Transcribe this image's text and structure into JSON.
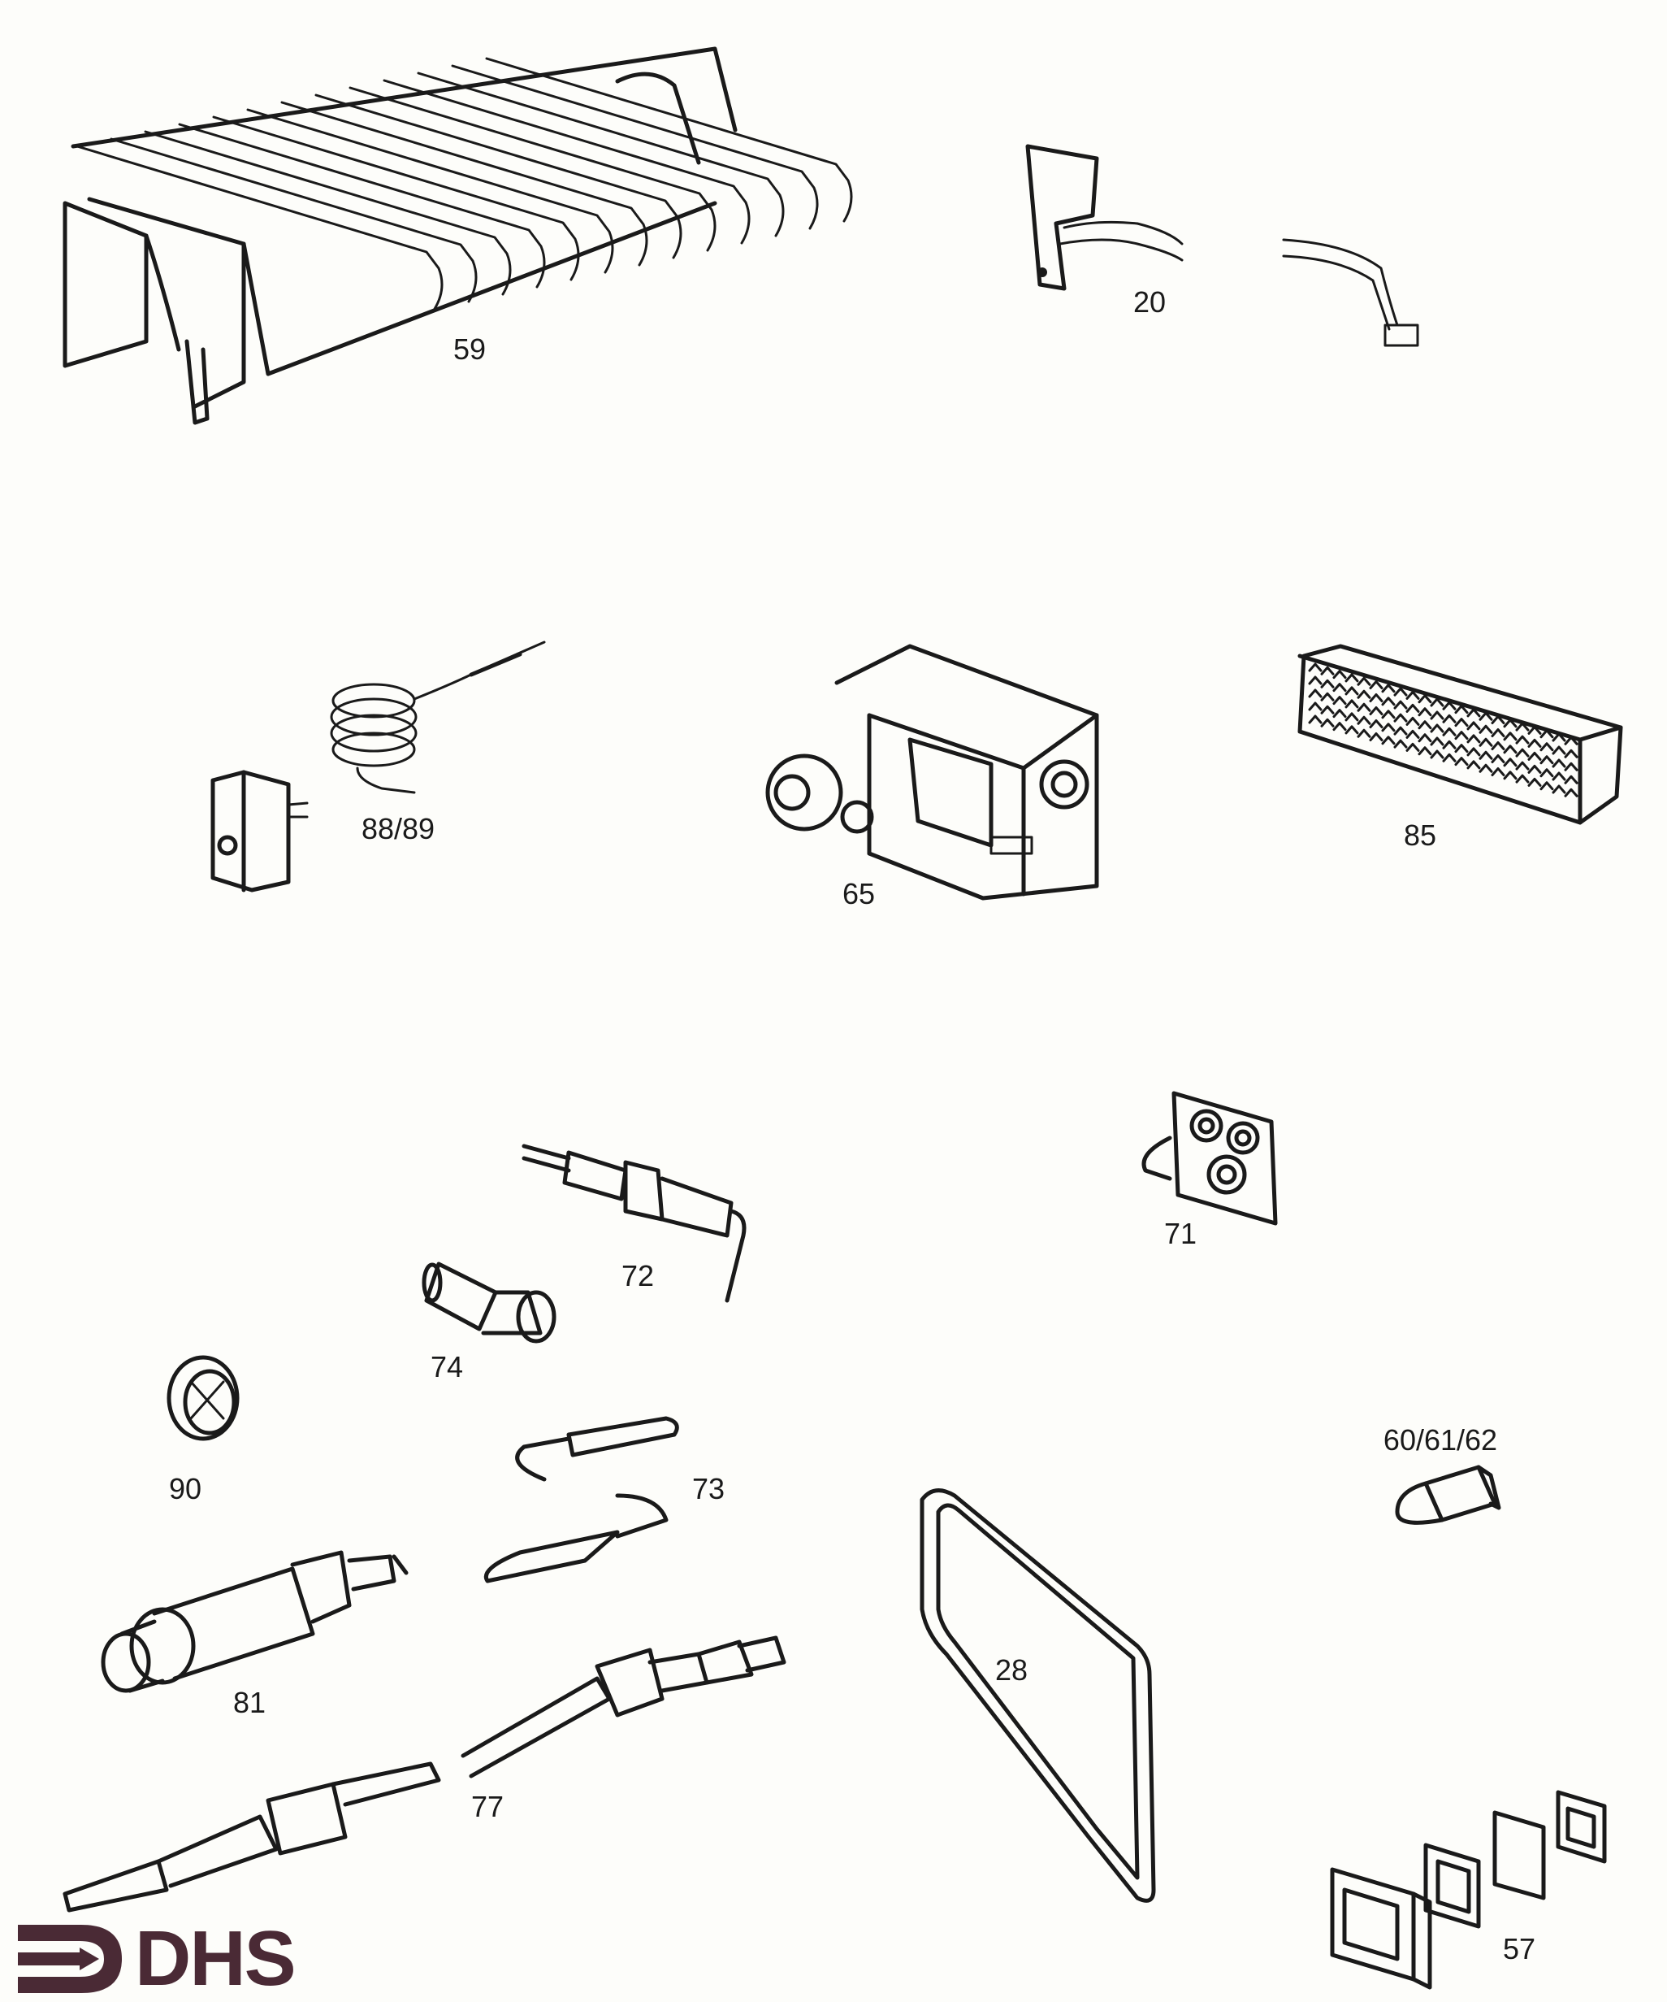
{
  "parts": [
    {
      "id": "heat-exchanger",
      "label": "59"
    },
    {
      "id": "cable-bracket",
      "label": "20"
    },
    {
      "id": "thermostat",
      "label": "88/89"
    },
    {
      "id": "gas-valve",
      "label": "65"
    },
    {
      "id": "insulation-block",
      "label": "85"
    },
    {
      "id": "connector-plate",
      "label": "71"
    },
    {
      "id": "spark-electrode",
      "label": "72"
    },
    {
      "id": "electrode-sleeve",
      "label": "74"
    },
    {
      "id": "disc",
      "label": "90"
    },
    {
      "id": "lead-connectors",
      "label": "73"
    },
    {
      "id": "injector",
      "label": "60/61/62"
    },
    {
      "id": "gasket",
      "label": "28"
    },
    {
      "id": "thermocouple-element",
      "label": "81"
    },
    {
      "id": "thermocouple",
      "label": "77"
    },
    {
      "id": "seals",
      "label": "57"
    }
  ],
  "logo": {
    "text": "DHS",
    "color": "#4a2a35"
  }
}
